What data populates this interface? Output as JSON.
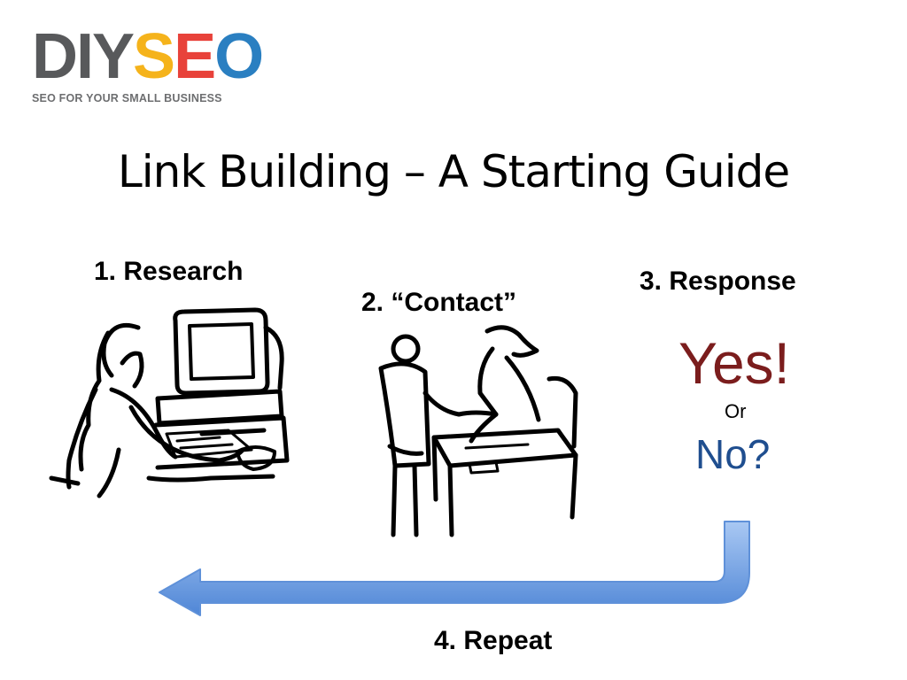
{
  "logo": {
    "part_diy": "DIY",
    "part_s": "S",
    "part_e": "E",
    "part_o": "O",
    "tagline": "SEO FOR YOUR SMALL BUSINESS"
  },
  "title": "Link Building – A Starting Guide",
  "steps": {
    "research": "1. Research",
    "contact": "2. “Contact”",
    "response": "3. Response",
    "repeat": "4. Repeat"
  },
  "response_options": {
    "yes": "Yes!",
    "or": "Or",
    "no": "No?"
  },
  "colors": {
    "yes": "#7b1d1d",
    "no": "#1f4e8f",
    "arrow": "#6c9fe0",
    "logo_s": "#f5b31b",
    "logo_e": "#e8423a",
    "logo_o": "#2a7fc1"
  }
}
